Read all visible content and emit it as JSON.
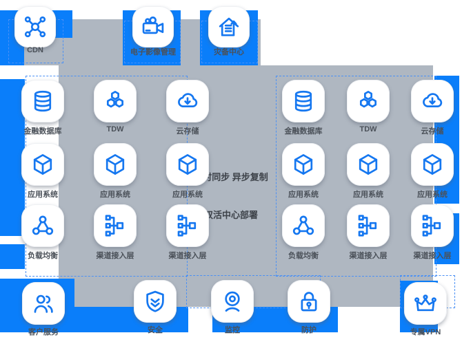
{
  "colors": {
    "accent_blue": "#0a7efa",
    "panel_gray": "#afb7c1",
    "icon_stroke_blue": "#1577f0",
    "dash_blue": "#4a90f5",
    "label_gray": "#4b5159"
  },
  "top_row": [
    {
      "label": "CDN",
      "icon": "cdn-network-icon"
    },
    {
      "label": "电子影像管理",
      "icon": "video-camera-icon"
    },
    {
      "label": "灾备中心",
      "icon": "house-archive-icon"
    }
  ],
  "data_center_grid": {
    "rows": [
      [
        "金融数据库",
        "TDW",
        "云存储"
      ],
      [
        "应用系统",
        "应用系统",
        "应用系统"
      ],
      [
        "负载均衡",
        "渠道接入层",
        "渠道接入层"
      ]
    ],
    "row_icons": [
      [
        "database",
        "hex-cluster",
        "cloud-download"
      ],
      [
        "cube",
        "cube",
        "cube"
      ],
      [
        "load-balancer",
        "channel-tree",
        "channel-tree"
      ]
    ]
  },
  "center_annotations": {
    "sync": "实时同步 异步复制",
    "deploy": "双活中心部署"
  },
  "bottom_row": [
    {
      "label": "客户服务",
      "icon": "users-icon"
    },
    {
      "label": "安全",
      "icon": "shield-check-icon"
    },
    {
      "label": "监控",
      "icon": "webcam-icon"
    },
    {
      "label": "防护",
      "icon": "lock-icon"
    },
    {
      "label": "专属VPN",
      "icon": "crown-icon"
    }
  ]
}
